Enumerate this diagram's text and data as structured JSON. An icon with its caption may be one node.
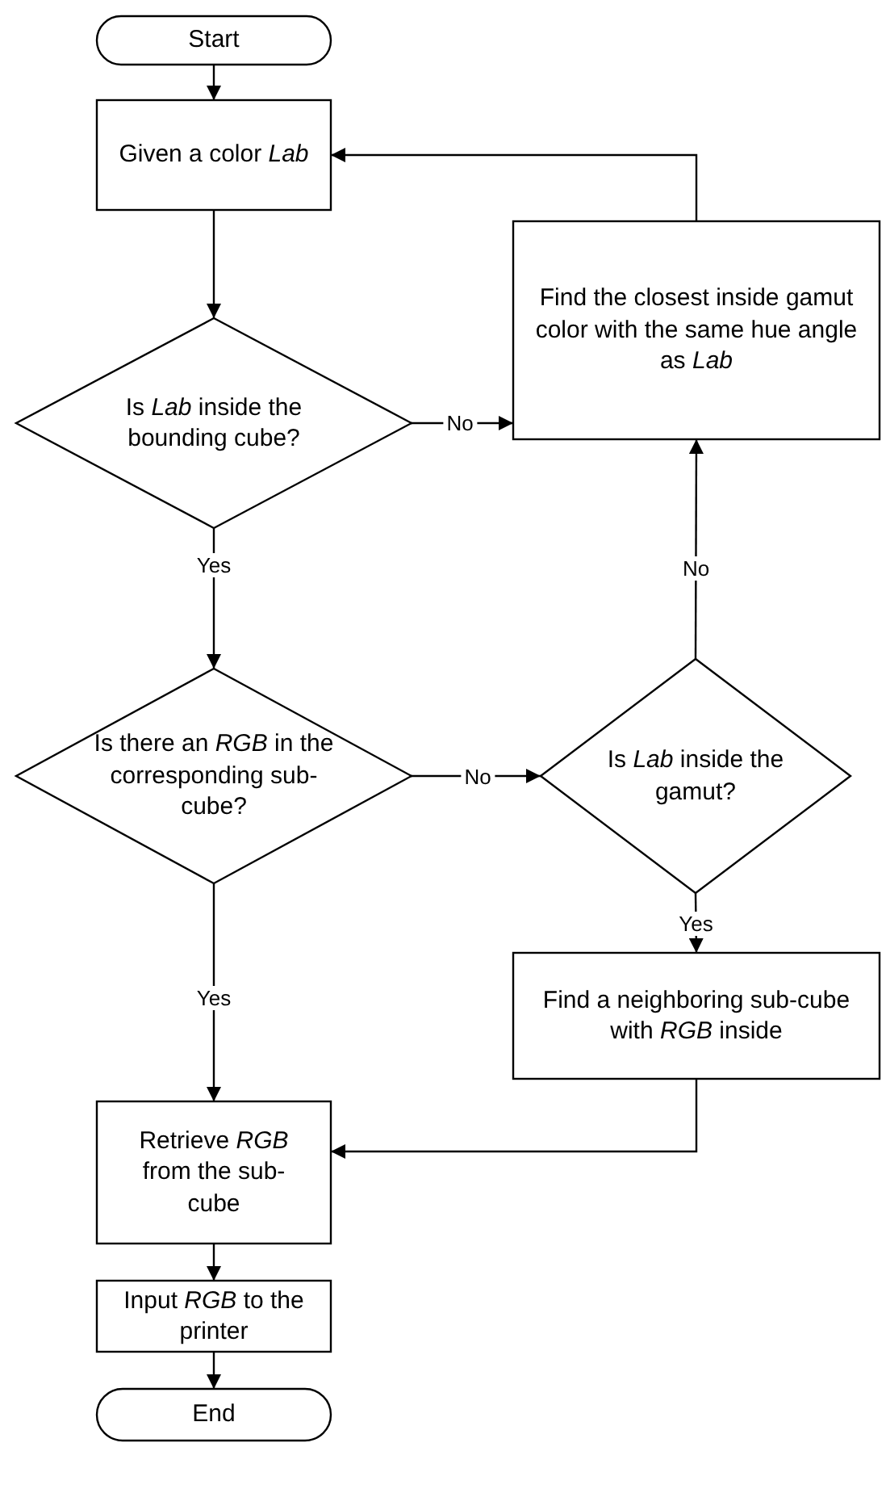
{
  "diagram": {
    "nodes": [
      {
        "text": [
          "Start"
        ]
      },
      {
        "text": [
          "Given a color *Lab*"
        ]
      },
      {
        "text": [
          "Is *Lab* inside the bounding cube?"
        ]
      },
      {
        "text": [
          "Find the closest inside gamut color with the same hue angle as *Lab*"
        ]
      },
      {
        "text": [
          "Is there an *RGB* in the corresponding sub-cube?"
        ]
      },
      {
        "text": [
          "Is *Lab* inside the gamut?"
        ]
      },
      {
        "text": [
          "Find a neighboring sub-cube with *RGB* inside"
        ]
      },
      {
        "text": [
          "Retrieve *RGB* from the sub-cube"
        ]
      },
      {
        "text": [
          "Input *RGB* to the printer"
        ]
      },
      {
        "text": [
          "End"
        ]
      }
    ],
    "edges": [
      {
        "from": 0,
        "to": 1,
        "arrow": "to"
      },
      {
        "from": 1,
        "to": 2,
        "arrow": "to"
      },
      {
        "from": 2,
        "to": 3,
        "arrow": "to",
        "label": "No"
      },
      {
        "from": 2,
        "to": 4,
        "arrow": "to",
        "label": "Yes"
      },
      {
        "from": 3,
        "to": 1,
        "arrow": "to"
      },
      {
        "from": 4,
        "to": 5,
        "arrow": "to",
        "label": "No"
      },
      {
        "from": 5,
        "to": 3,
        "arrow": "to",
        "label": "No"
      },
      {
        "from": 5,
        "to": 6,
        "arrow": "to",
        "label": "Yes"
      },
      {
        "from": 4,
        "to": 7,
        "arrow": "to",
        "label": "Yes"
      },
      {
        "from": 6,
        "to": 7,
        "arrow": "to"
      },
      {
        "from": 7,
        "to": 8,
        "arrow": "to"
      },
      {
        "from": 8,
        "to": 9,
        "arrow": "to"
      }
    ]
  }
}
